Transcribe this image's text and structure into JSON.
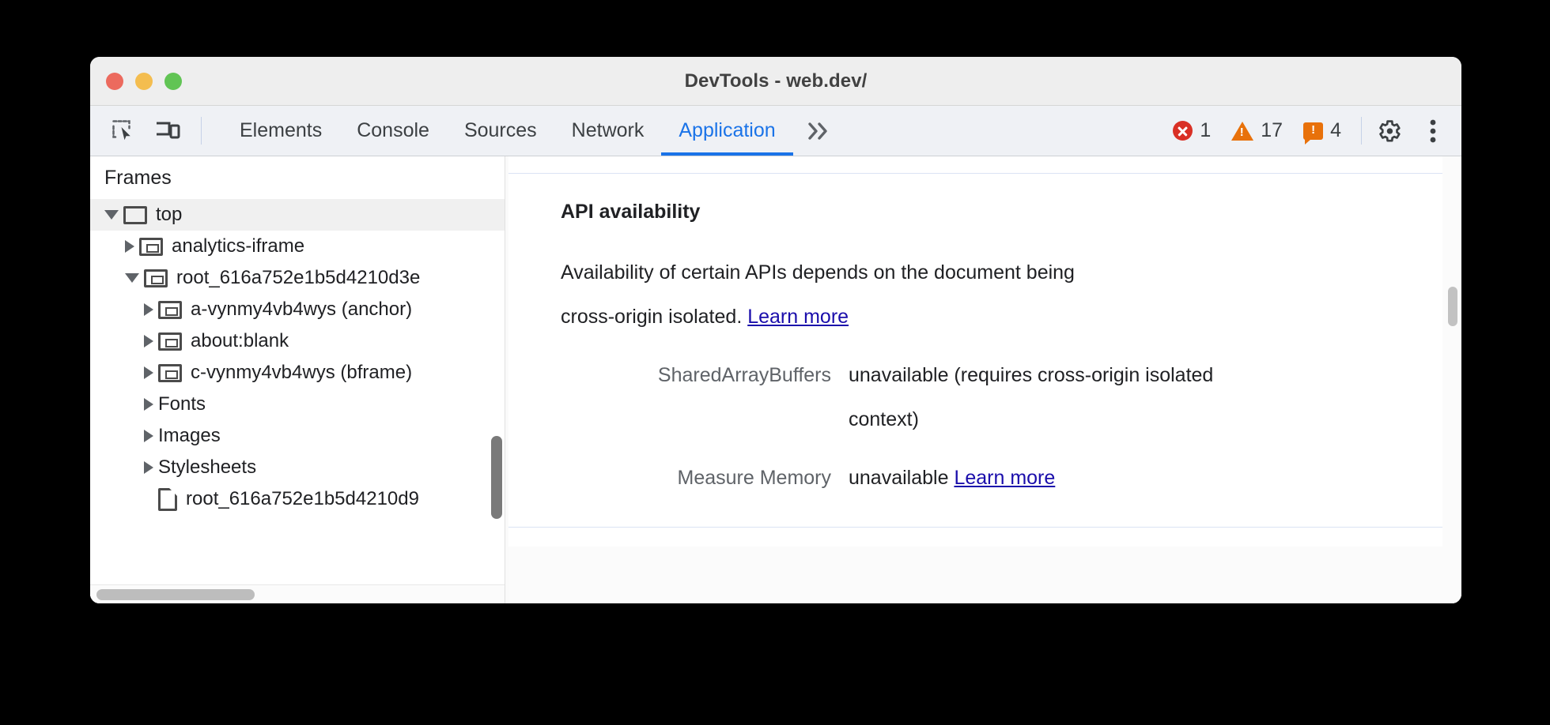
{
  "window": {
    "title": "DevTools - web.dev/",
    "traffic_lights": [
      "close",
      "minimize",
      "maximize"
    ]
  },
  "toolbar": {
    "inspect_icon": "inspect-element-icon",
    "device_icon": "device-toolbar-icon",
    "tabs": [
      {
        "label": "Elements",
        "active": false
      },
      {
        "label": "Console",
        "active": false
      },
      {
        "label": "Sources",
        "active": false
      },
      {
        "label": "Network",
        "active": false
      },
      {
        "label": "Application",
        "active": true
      }
    ],
    "more_tabs_label": "»",
    "status": {
      "errors": "1",
      "warnings": "17",
      "issues": "4"
    },
    "settings_icon": "gear-icon",
    "more_options_icon": "kebab-menu-icon",
    "accent_color": "#1a73e8",
    "error_color": "#d93025",
    "warning_color": "#e8710a"
  },
  "sidebar": {
    "header": "Frames",
    "tree": [
      {
        "label": "top",
        "indent": 0,
        "twisty": "open",
        "icon": "frame-icon",
        "selected": true
      },
      {
        "label": "analytics-iframe",
        "indent": 1,
        "twisty": "closed",
        "icon": "frame-inner-icon",
        "selected": false
      },
      {
        "label": "root_616a752e1b5d4210d3e",
        "indent": 1,
        "twisty": "open",
        "icon": "frame-inner-icon",
        "selected": false
      },
      {
        "label": "a-vynmy4vb4wys (anchor)",
        "indent": 2,
        "twisty": "closed",
        "icon": "frame-inner-icon",
        "selected": false
      },
      {
        "label": "about:blank",
        "indent": 2,
        "twisty": "closed",
        "icon": "frame-inner-icon",
        "selected": false
      },
      {
        "label": "c-vynmy4vb4wys (bframe)",
        "indent": 2,
        "twisty": "closed",
        "icon": "frame-inner-icon",
        "selected": false
      },
      {
        "label": "Fonts",
        "indent": 1,
        "twisty": "closed",
        "icon": "none",
        "selected": false
      },
      {
        "label": "Images",
        "indent": 1,
        "twisty": "closed",
        "icon": "none",
        "selected": false
      },
      {
        "label": "Stylesheets",
        "indent": 1,
        "twisty": "closed",
        "icon": "none",
        "selected": false
      },
      {
        "label": "root_616a752e1b5d4210d9",
        "indent": 2,
        "twisty": "none",
        "icon": "doc-icon",
        "selected": false
      }
    ]
  },
  "main": {
    "section_title": "API availability",
    "paragraph_prefix": "Availability of certain APIs depends on the document being cross-origin isolated. ",
    "paragraph_link": "Learn more",
    "rows": [
      {
        "label": "SharedArrayBuffers",
        "value": "unavailable   (requires cross-origin isolated context)",
        "link": ""
      },
      {
        "label": "Measure Memory",
        "value": "unavailable ",
        "link": "Learn more"
      }
    ]
  }
}
